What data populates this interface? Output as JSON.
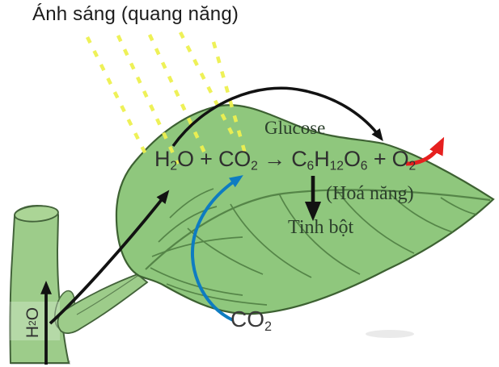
{
  "title": "Ánh sáng (quang năng)",
  "labels": {
    "glucose": "Glucose",
    "chemical_energy": "(Hoá năng)",
    "starch": "Tinh bột"
  },
  "equation": {
    "text": "H2O + CO2 → C6H12O6 + O2",
    "parts": [
      {
        "t": "H"
      },
      {
        "t": "2",
        "s": true
      },
      {
        "t": "O + CO"
      },
      {
        "t": "2",
        "s": true
      },
      {
        "t": " → C"
      },
      {
        "t": "6",
        "s": true
      },
      {
        "t": "H"
      },
      {
        "t": "12",
        "s": true
      },
      {
        "t": "O"
      },
      {
        "t": "6",
        "s": true
      },
      {
        "t": " + O"
      },
      {
        "t": "2",
        "s": true
      }
    ]
  },
  "co2_label": {
    "parts": [
      {
        "t": "CO"
      },
      {
        "t": "2",
        "s": true
      }
    ]
  },
  "h2o_label": {
    "parts": [
      {
        "t": "H"
      },
      {
        "t": "2",
        "s": true
      },
      {
        "t": "O"
      }
    ]
  },
  "arrows": [
    {
      "name": "reaction-arc-arrow",
      "color": "#121212"
    },
    {
      "name": "water-transport-arrow",
      "color": "#121212"
    },
    {
      "name": "water-uptake-arrow",
      "color": "#121212"
    },
    {
      "name": "glucose-to-starch-arrow",
      "color": "#121212"
    },
    {
      "name": "co2-intake-arrow",
      "color": "#0e7cc1"
    },
    {
      "name": "oxygen-release-arrow",
      "color": "#e6201f"
    }
  ],
  "colors": {
    "leaf_green": "#8fc77d",
    "stem_green": "#9dcc8a",
    "outline_green": "#3d6132",
    "vein_green": "#4c7a3f",
    "ray_yellow": "#eef150",
    "arrow_black": "#121212",
    "arrow_blue": "#0e7cc1",
    "arrow_red": "#e6201f"
  }
}
